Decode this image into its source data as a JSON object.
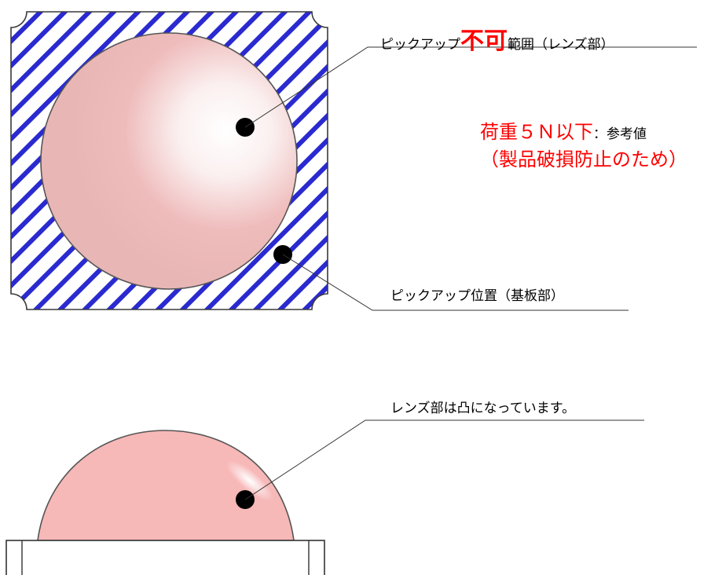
{
  "top_view": {
    "callout_no_pickup": {
      "prefix": "ピックアップ",
      "emphasis": "不可",
      "suffix": "範囲（レンズ部）"
    },
    "callout_pickup_position": "ピックアップ位置（基板部）"
  },
  "load_note": {
    "load_label": "荷重５Ｎ以下",
    "reference_label": "：参考値",
    "purpose": "（製品破損防止のため）"
  },
  "side_view": {
    "callout_lens_convex": "レンズ部は凸になっています。"
  },
  "colors": {
    "hatch_stripe": "#2a2ad0",
    "lens_fill": "#efbcbc",
    "dome_fill": "#f7b8b8",
    "warning_red": "#ff0000",
    "outline": "#3a3a3a"
  }
}
